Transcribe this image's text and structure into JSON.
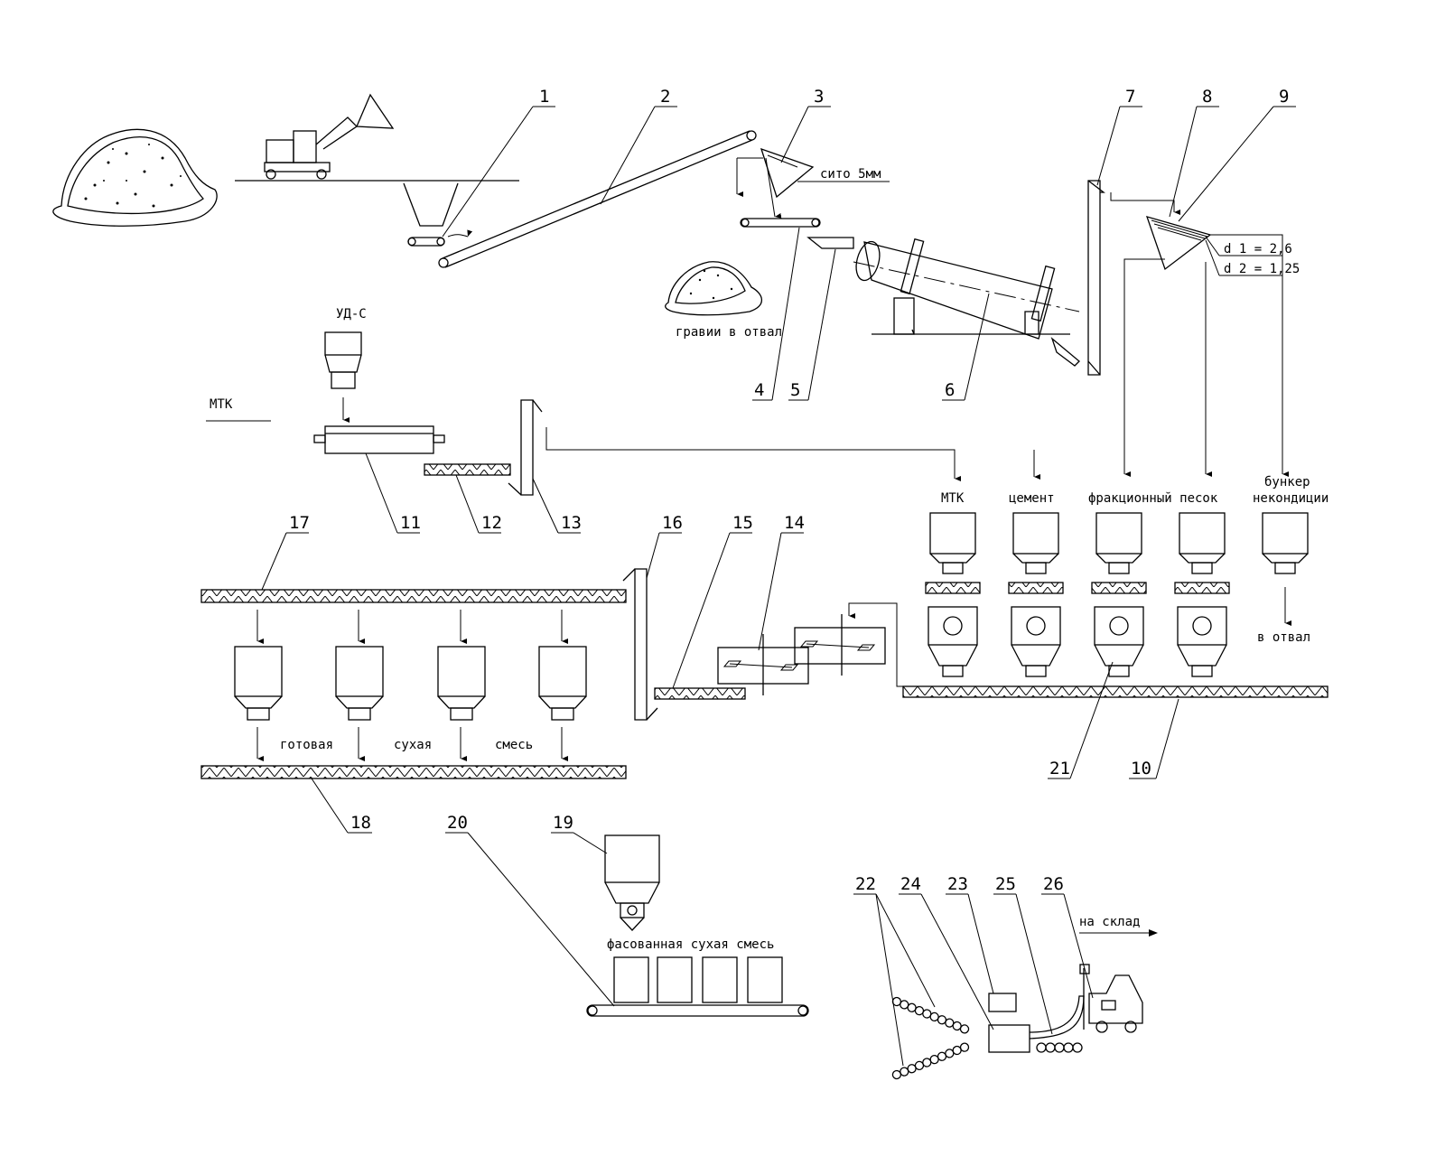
{
  "callouts": [
    "1",
    "2",
    "3",
    "4",
    "5",
    "6",
    "7",
    "8",
    "9",
    "10",
    "11",
    "12",
    "13",
    "14",
    "15",
    "16",
    "17",
    "18",
    "19",
    "20",
    "21",
    "22",
    "23",
    "24",
    "25",
    "26"
  ],
  "labels": {
    "sieve": "сито 5мм",
    "gravel": "гравии в отвал",
    "uds": "УД-С",
    "mtk_left": "МТК",
    "mtk_bunker": "МТК",
    "cement": "цемент",
    "frac_sand": "фракционный песок",
    "bunker_line1": "бункер",
    "bunker_line2": "некондиции",
    "to_dump": "в отвал",
    "d1": "d 1 = 2,6",
    "d2": "d 2 = 1,25",
    "ready": "готовая",
    "dry": "сухая",
    "mix": "смесь",
    "packed": "фасованная сухая смесь",
    "to_warehouse": "на склад"
  }
}
